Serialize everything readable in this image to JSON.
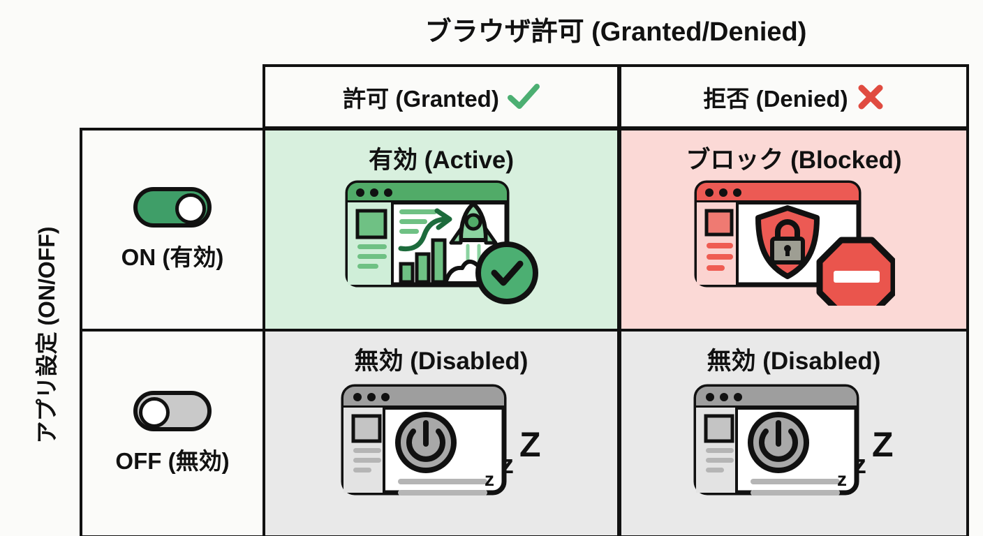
{
  "matrix": {
    "title": "ブラウザ許可 (Granted/Denied)",
    "y_axis_label": "アプリ設定 (ON/OFF)",
    "columns": [
      {
        "label": "許可 (Granted)",
        "icon": "check-icon",
        "icon_color": "#4caf72"
      },
      {
        "label": "拒否 (Denied)",
        "icon": "cross-icon",
        "icon_color": "#e04b40"
      }
    ],
    "rows": [
      {
        "label": "ON (有効)",
        "toggle_state": "on",
        "toggle_color": "#3f9e68"
      },
      {
        "label": "OFF (無効)",
        "toggle_state": "off",
        "toggle_color": "#c9c9c9"
      }
    ],
    "cells": [
      {
        "id": "on-granted",
        "label": "有効 (Active)",
        "background": "#d8f0de",
        "art": "browser-rocket-chart-check-icon",
        "accent": "#4caf72"
      },
      {
        "id": "on-denied",
        "label": "ブロック (Blocked)",
        "background": "#fbd9d6",
        "art": "browser-shield-lock-stopsign-icon",
        "accent": "#e8514a"
      },
      {
        "id": "off-granted",
        "label": "無効 (Disabled)",
        "background": "#e9e9e9",
        "art": "browser-power-sleep-icon",
        "accent": "#8d8d8d"
      },
      {
        "id": "off-denied",
        "label": "無効 (Disabled)",
        "background": "#e9e9e9",
        "art": "browser-power-sleep-icon",
        "accent": "#8d8d8d"
      }
    ],
    "sleep_letters": [
      "z",
      "z",
      "Z"
    ]
  }
}
